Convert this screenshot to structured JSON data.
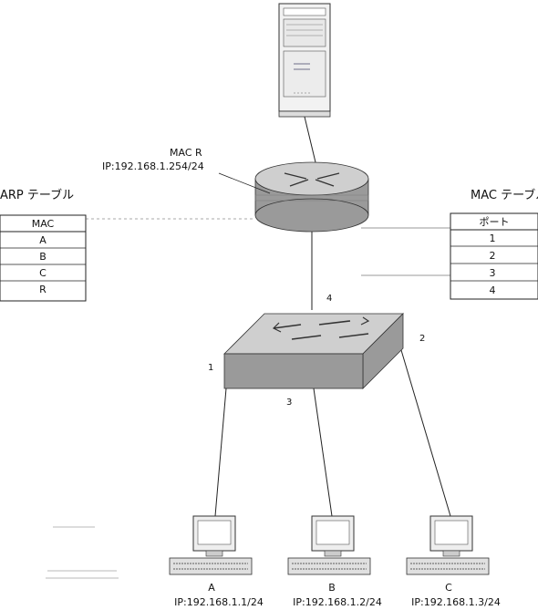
{
  "router": {
    "mac_label": "MAC R",
    "ip_label": "IP:192.168.1.254/24"
  },
  "arp_table": {
    "title": "ARP テーブル",
    "col_mac": "MAC",
    "rows": [
      "A",
      "B",
      "C",
      "R"
    ]
  },
  "mac_table": {
    "title": "MAC テーブル",
    "col_port": "ポート",
    "rows": [
      "1",
      "2",
      "3",
      "4"
    ]
  },
  "switch": {
    "port_uplink": "4",
    "port_left": "1",
    "port_mid": "3",
    "port_right": "2"
  },
  "hosts": [
    {
      "name": "A",
      "ip": "IP:192.168.1.1/24"
    },
    {
      "name": "B",
      "ip": "IP:192.168.1.2/24"
    },
    {
      "name": "C",
      "ip": "IP:192.168.1.3/24"
    }
  ],
  "colors": {
    "device_gray": "#9a9a9a",
    "device_light": "#cfcfcf",
    "line": "#222222"
  }
}
